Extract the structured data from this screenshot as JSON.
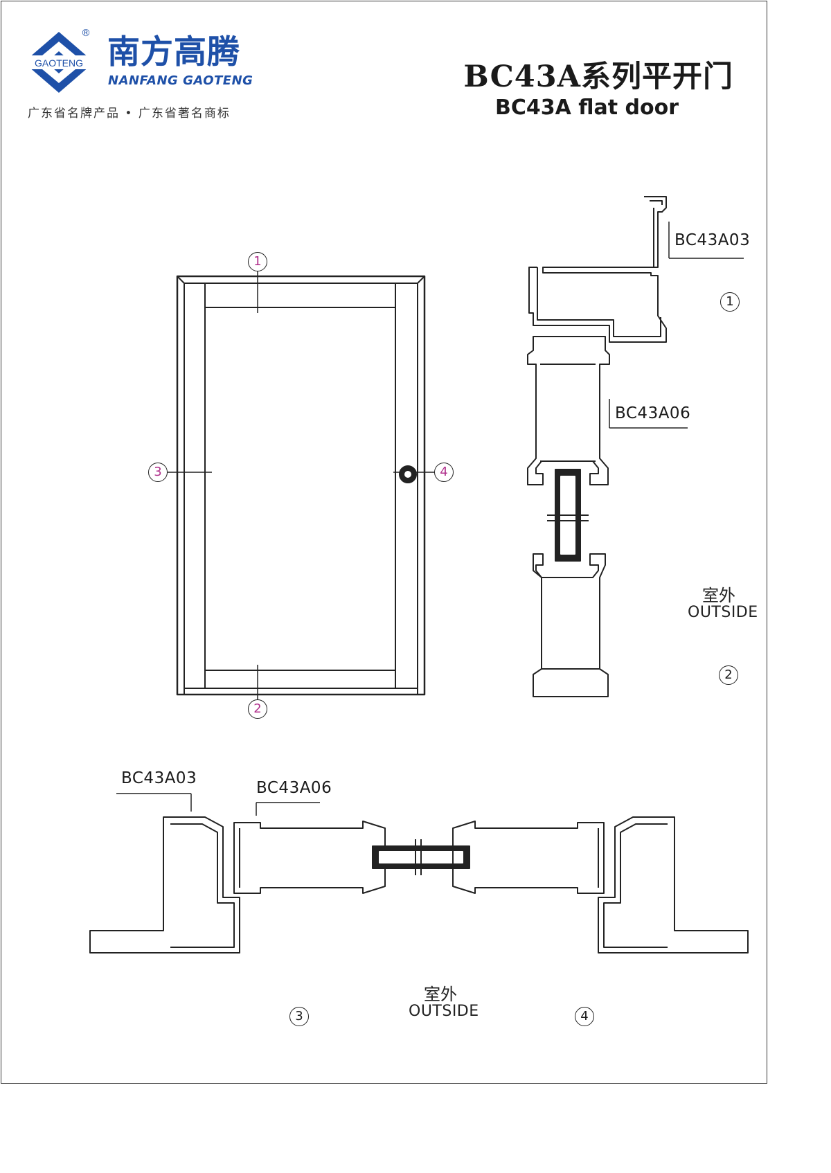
{
  "logo": {
    "badge_text": "GAOTENG",
    "registered_mark": "®",
    "brand_cn": "南方高腾",
    "brand_en": "NANFANG GAOTENG",
    "brand_color": "#1e50a8"
  },
  "slogan": "广东省名牌产品 • 广东省著名商标",
  "title": {
    "cn": "BC43A系列平开门",
    "en": "BC43A flat door"
  },
  "markers": {
    "m1": "1",
    "m2": "2",
    "m3": "3",
    "m4": "4"
  },
  "section_1": {
    "profile_label": "BC43A03",
    "marker": "1"
  },
  "section_2": {
    "profile_label": "BC43A06",
    "outside_cn": "室外",
    "outside_en": "OUTSIDE",
    "marker": "2"
  },
  "section_3_4": {
    "frame_label": "BC43A03",
    "sash_label": "BC43A06",
    "outside_cn": "室外",
    "outside_en": "OUTSIDE",
    "marker_left": "3",
    "marker_right": "4"
  },
  "colors": {
    "line": "#222222",
    "marker_text": "#b0308c"
  }
}
